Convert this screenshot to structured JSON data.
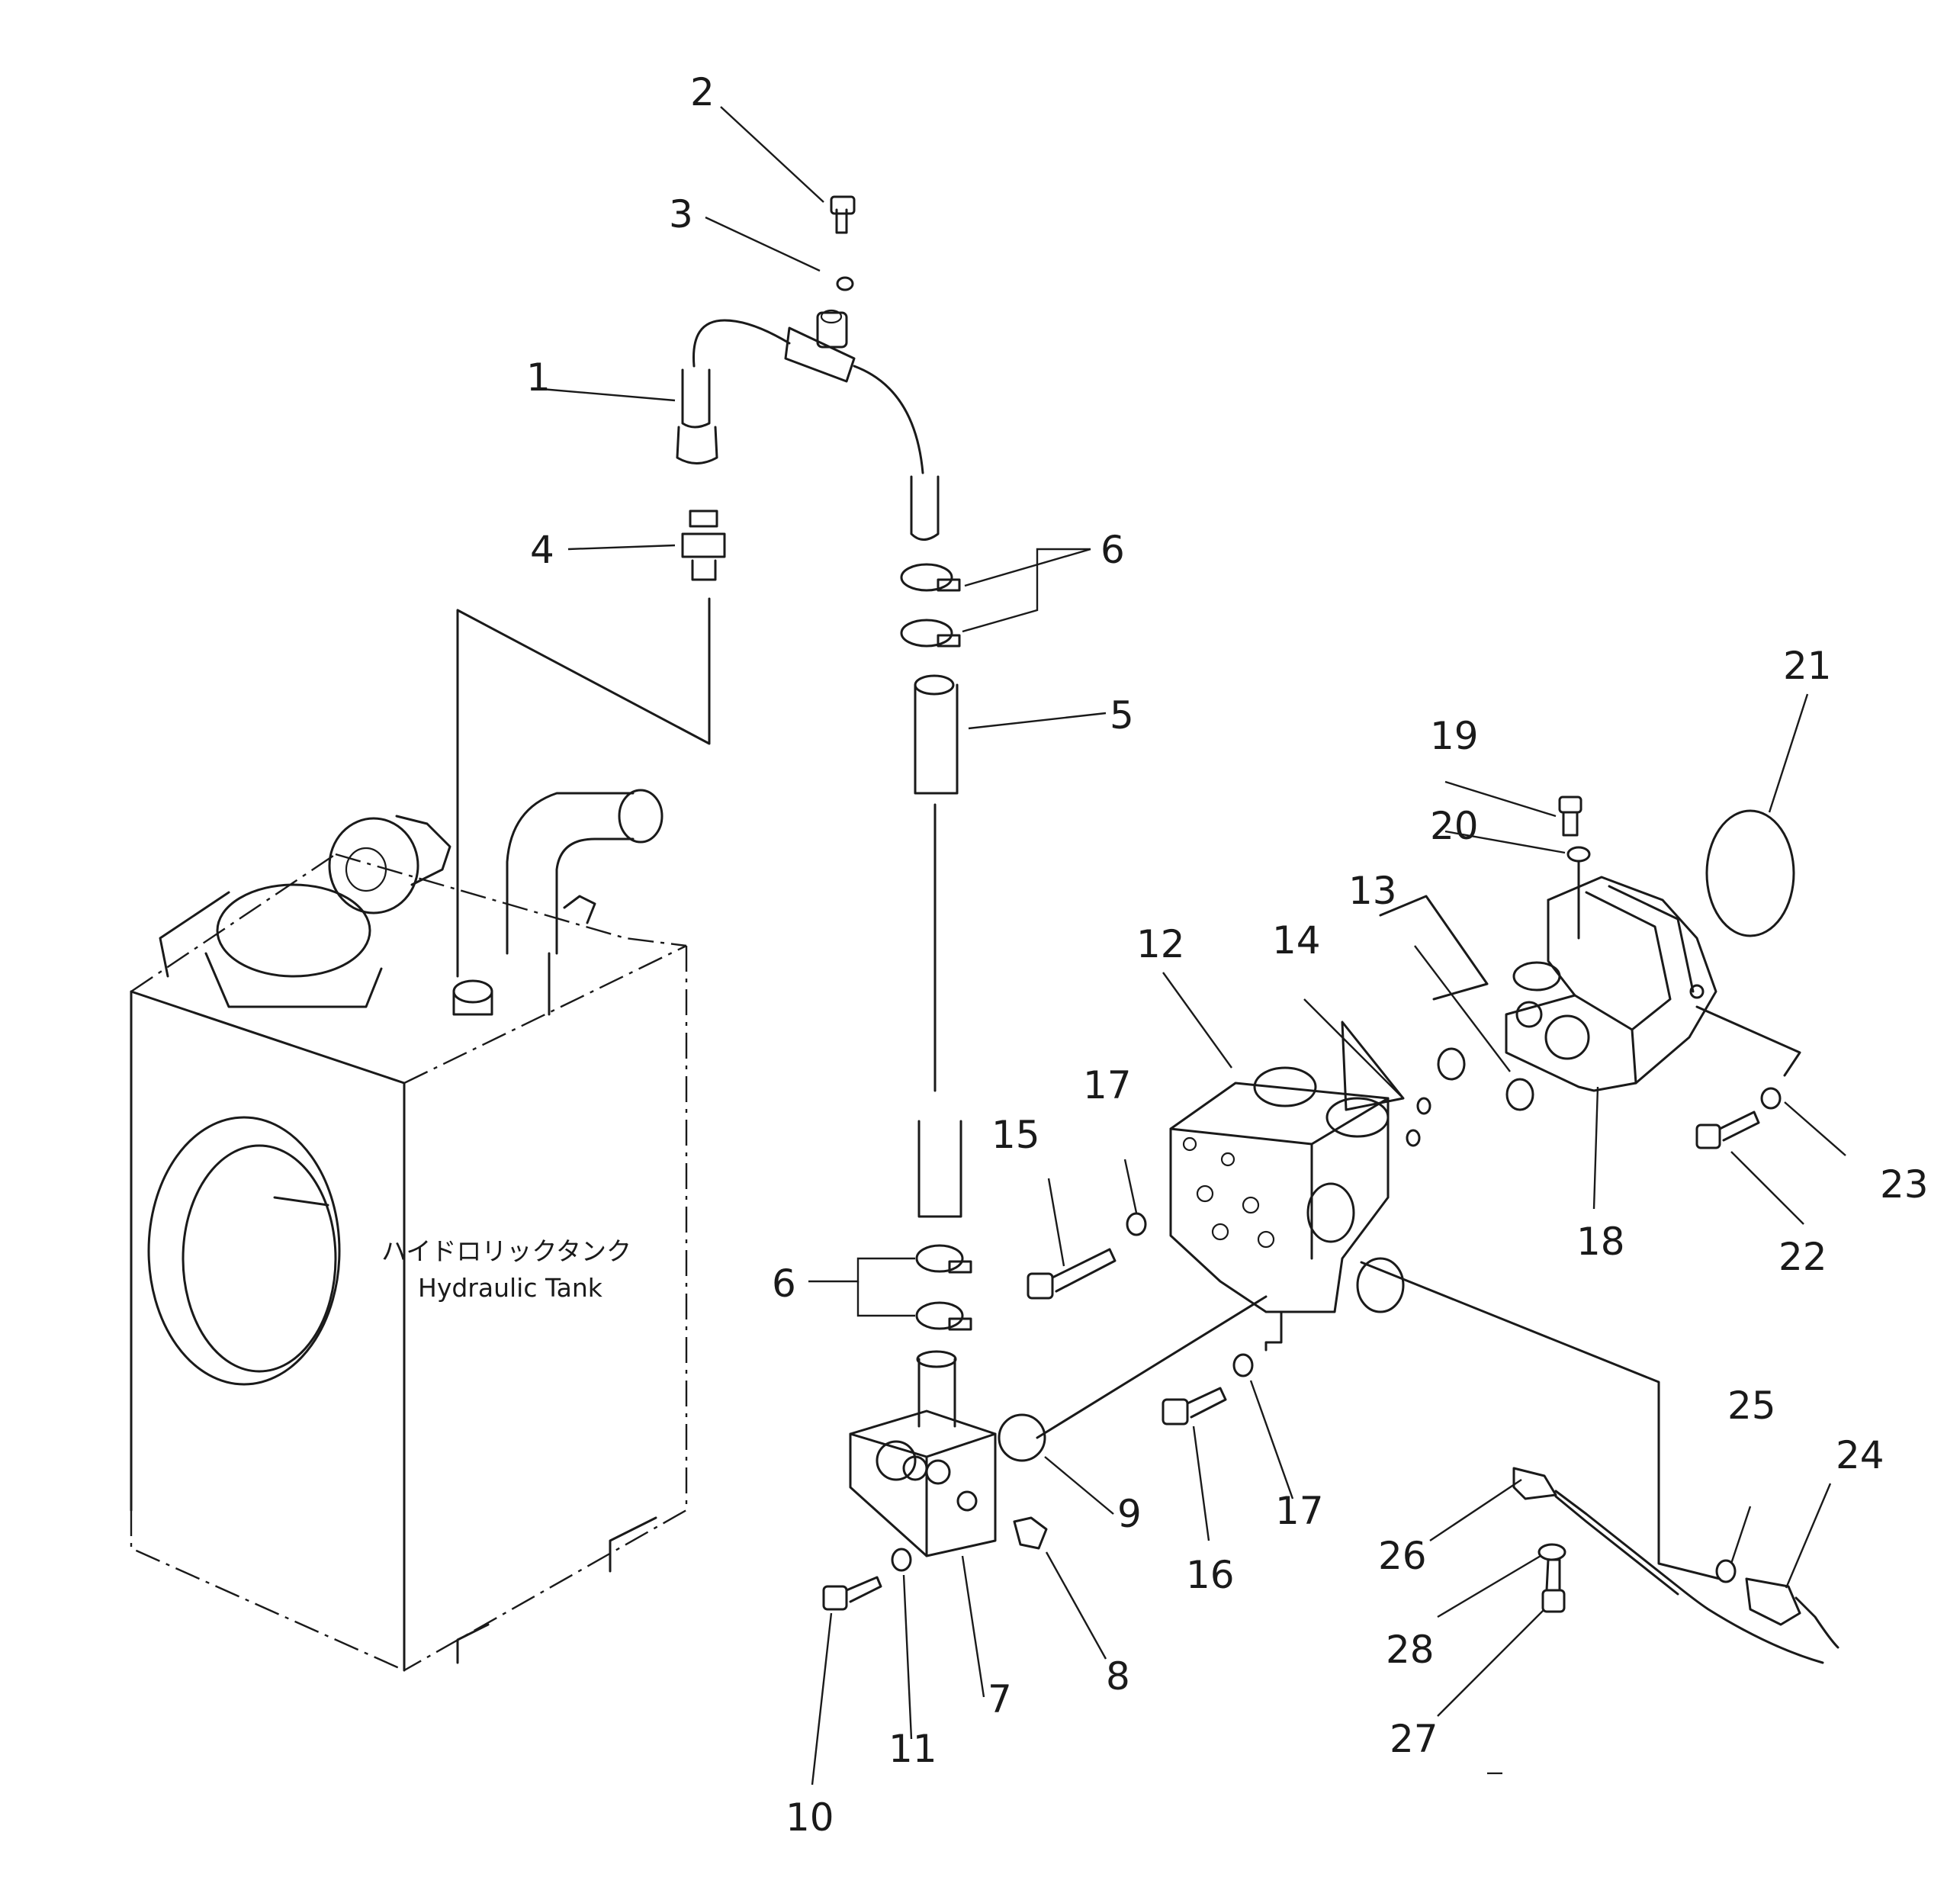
{
  "tank_label": {
    "japanese": "ハイドロリックタンク",
    "english": "Hydraulic Tank"
  },
  "callouts": [
    "1",
    "2",
    "3",
    "4",
    "5",
    "6",
    "6",
    "7",
    "8",
    "9",
    "10",
    "11",
    "12",
    "13",
    "14",
    "15",
    "16",
    "17",
    "17",
    "18",
    "19",
    "20",
    "21",
    "22",
    "23",
    "24",
    "25",
    "26",
    "27",
    "28"
  ]
}
